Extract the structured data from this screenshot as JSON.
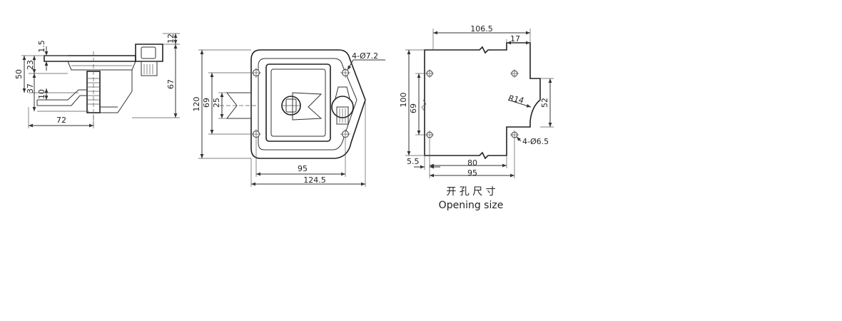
{
  "side_view": {
    "dims": {
      "d1_5": "1.5",
      "d23": "23",
      "d50": "50",
      "d37": "37",
      "d10": "10",
      "d72": "72",
      "d12": "12",
      "d67": "67"
    }
  },
  "front_view": {
    "dims": {
      "d120": "120",
      "d69": "69",
      "d25": "25",
      "d95": "95",
      "d124_5": "124.5",
      "holes": "4-Ø7.2"
    }
  },
  "opening_view": {
    "dims": {
      "d106_5": "106.5",
      "d17": "17",
      "d100": "100",
      "d69": "69",
      "r14": "R14",
      "d52": "52",
      "holes": "4-Ø6.5",
      "d5_5": "5.5",
      "d80": "80",
      "d95": "95"
    },
    "caption_cn": "开 孔 尺 寸",
    "caption_en": "Opening size"
  }
}
